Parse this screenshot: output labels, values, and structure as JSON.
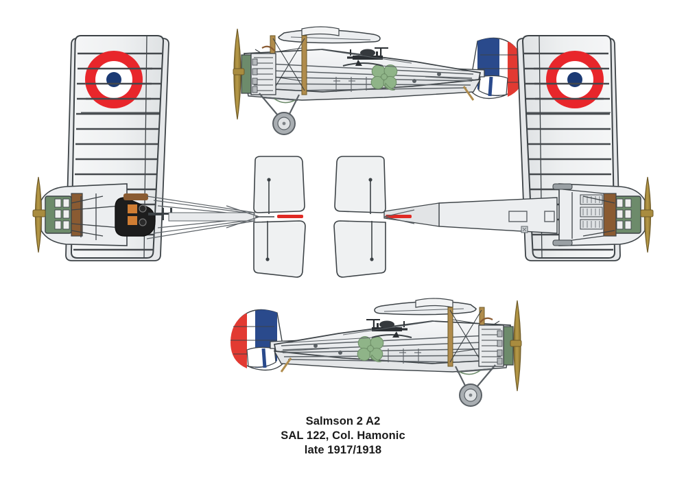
{
  "sheet": {
    "background": "#ffffff",
    "type": "aircraft-profile-plate"
  },
  "caption": {
    "line1": "Salmson 2 A2",
    "line2": "SAL 122, Col. Hamonic",
    "line3": "late 1917/1918"
  },
  "subject": {
    "aircraft": "Salmson 2 A2",
    "unit": "SAL 122",
    "pilot": "Col. Hamonic",
    "period": "late 1917/1918",
    "squadron_insignia": "four-leaf-clover"
  },
  "palette": {
    "background": "#ffffff",
    "airframe_light": "#f2f3f4",
    "airframe_shade": "#e3e5e7",
    "airframe_mid": "#dcdee0",
    "outline": "#3c4246",
    "rib_line": "#44484c",
    "roundel_red": "#e8262b",
    "roundel_white": "#ffffff",
    "roundel_blue": "#1b3a74",
    "flag_blue": "#2a4a8c",
    "flag_white": "#ffffff",
    "flag_red": "#e23a32",
    "propeller_wood": "#a98c3f",
    "strut_wood": "#b08c4c",
    "cowl_brown": "#8a5b32",
    "radiator_green": "#6d8b6b",
    "cockpit_dark": "#1d1d1d",
    "seat_orange": "#d07d33",
    "clover_green": "#8fb488",
    "metal_gray": "#9aa0a4",
    "tail_red_stripe": "#e02a24",
    "gun_dark": "#2b2f33",
    "wheel_gray": "#a9aeb2"
  },
  "views": [
    {
      "id": "top-plan-left",
      "name": "Upper surface plan view (left)",
      "markings": [
        "roundel-upper-wing"
      ],
      "features": [
        "propeller",
        "engine-cowl",
        "cockpit",
        "wing-ribs",
        "tailplane"
      ]
    },
    {
      "id": "side-profile-upper",
      "name": "Port side profile",
      "markings": [
        "tricolor-rudder",
        "clover-insignia"
      ],
      "features": [
        "propeller",
        "radiator",
        "lewis-gun",
        "landing-gear",
        "cabane-struts"
      ]
    },
    {
      "id": "bottom-plan-right",
      "name": "Lower surface plan view (right)",
      "markings": [
        "roundel-lower-wing"
      ],
      "features": [
        "propeller",
        "radial-engine",
        "access-panels",
        "tailplane"
      ]
    },
    {
      "id": "side-profile-lower",
      "name": "Starboard side profile",
      "markings": [
        "tricolor-rudder",
        "clover-insignia"
      ],
      "features": [
        "propeller",
        "radiator",
        "lewis-gun",
        "landing-gear",
        "cabane-struts"
      ]
    }
  ],
  "roundel": {
    "description": "French cockade",
    "rings": [
      "red",
      "white",
      "blue"
    ],
    "outer_color": "#e8262b",
    "middle_color": "#ffffff",
    "center_color": "#1b3a74"
  },
  "rudder_flag": {
    "description": "French tricolor rudder",
    "stripes": [
      "blue",
      "white",
      "red"
    ]
  }
}
